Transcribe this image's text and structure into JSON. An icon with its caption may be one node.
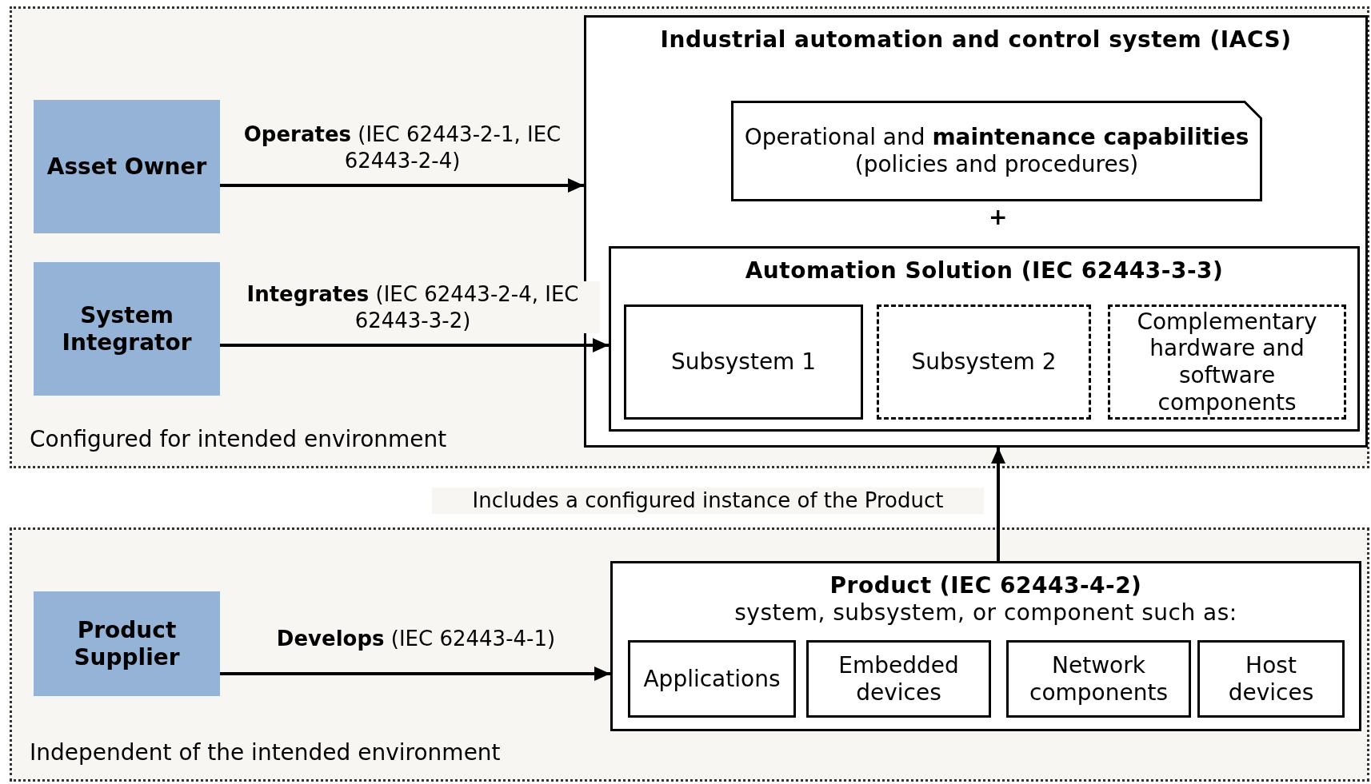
{
  "diagram": {
    "nodes": [
      {
        "text": [
          "Configured for intended environment"
        ]
      },
      {
        "text": [
          "Asset Owner"
        ],
        "in": 0
      },
      {
        "text": [
          "System Integrator"
        ],
        "in": 0
      },
      {
        "text": [
          "Industrial automation and control system (IACS)"
        ],
        "in": 0
      },
      {
        "text": [
          "Operational and **maintenance capabilities** (policies and procedures)"
        ],
        "in": 3
      },
      {
        "text": [
          "Automation Solution (IEC 62443-3-3)"
        ],
        "in": 3
      },
      {
        "text": [
          "Subsystem 1"
        ],
        "in": 5
      },
      {
        "text": [
          "Subsystem 2"
        ],
        "in": 5
      },
      {
        "text": [
          "Complementary hardware and software components"
        ],
        "in": 5
      },
      {
        "text": [
          "Independent of the intended environment"
        ]
      },
      {
        "text": [
          "Product Supplier"
        ],
        "in": 9
      },
      {
        "text": [
          "Product (IEC 62443-4-2)",
          "system, subsystem, or component such as:"
        ],
        "in": 9
      },
      {
        "text": [
          "Applications"
        ],
        "in": 11
      },
      {
        "text": [
          "Embedded devices"
        ],
        "in": 11
      },
      {
        "text": [
          "Network components"
        ],
        "in": 11
      },
      {
        "text": [
          "Host devices"
        ],
        "in": 11
      }
    ],
    "edges": [
      {
        "from": 1,
        "to": 3,
        "arrow": "to",
        "label": "**Operates** (IEC 62443-2-1, IEC 62443-2-4)"
      },
      {
        "from": 2,
        "to": 5,
        "arrow": "to",
        "label": "**Integrates** (IEC 62443-2-4, IEC 62443-3-2)"
      },
      {
        "from": 11,
        "to": 3,
        "arrow": "to",
        "label": "Includes a configured instance of the Product"
      },
      {
        "from": 10,
        "to": 11,
        "arrow": "to",
        "label": "**Develops** (IEC 62443-4-1)"
      }
    ],
    "labels": [
      "+"
    ]
  }
}
